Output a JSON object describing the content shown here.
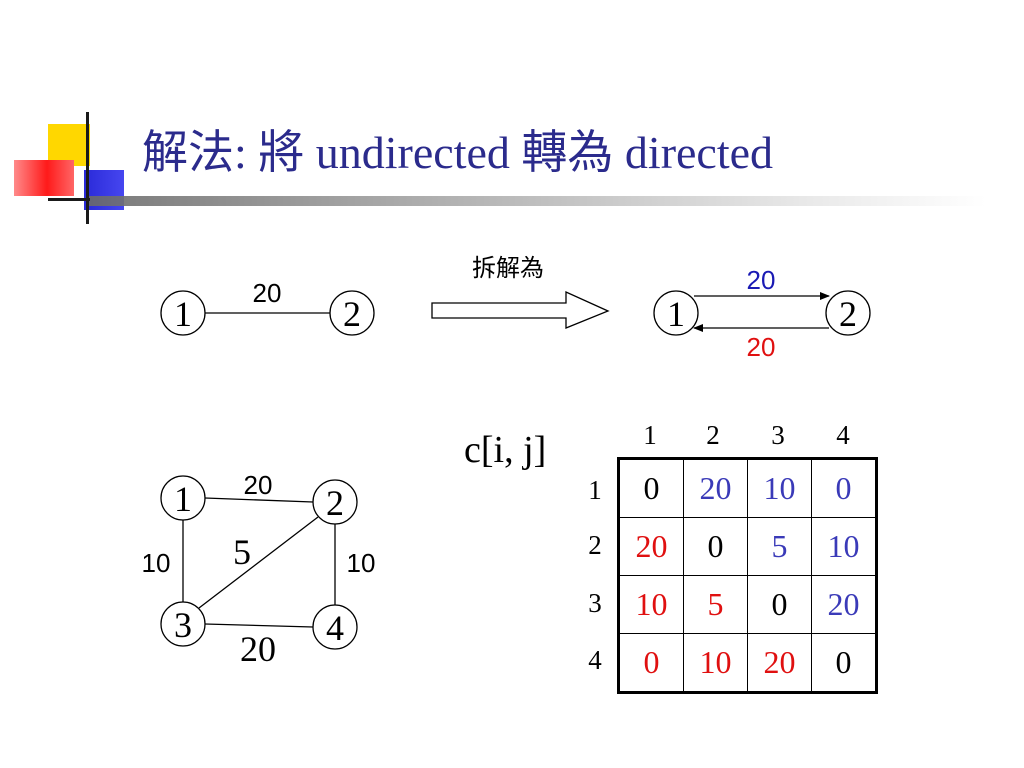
{
  "slide": {
    "title": "解法: 將 undirected 轉為 directed"
  },
  "top_diagram": {
    "left_graph": {
      "node_a": "1",
      "node_b": "2",
      "weight": "20"
    },
    "arrow_label": "拆解為",
    "right_graph": {
      "node_a": "1",
      "node_b": "2",
      "weight_forward": "20",
      "weight_backward": "20"
    }
  },
  "bottom_graph": {
    "nodes": [
      "1",
      "2",
      "3",
      "4"
    ],
    "edge_1_2": "20",
    "edge_1_3": "10",
    "edge_2_4": "10",
    "edge_2_3": "5",
    "edge_3_4": "20"
  },
  "matrix": {
    "label": "c[i, j]",
    "col_headers": [
      "1",
      "2",
      "3",
      "4"
    ],
    "row_headers": [
      "1",
      "2",
      "3",
      "4"
    ],
    "rows": [
      [
        "0",
        "20",
        "10",
        "0"
      ],
      [
        "20",
        "0",
        "5",
        "10"
      ],
      [
        "10",
        "5",
        "0",
        "20"
      ],
      [
        "0",
        "10",
        "20",
        "0"
      ]
    ],
    "colors": {
      "diagonal": "#000000",
      "upper": "#3a3ab8",
      "lower": "#e01010"
    }
  },
  "colors": {
    "title": "#2b2b8c",
    "weight_blue": "#1a1ab4",
    "weight_red": "#e01010"
  }
}
